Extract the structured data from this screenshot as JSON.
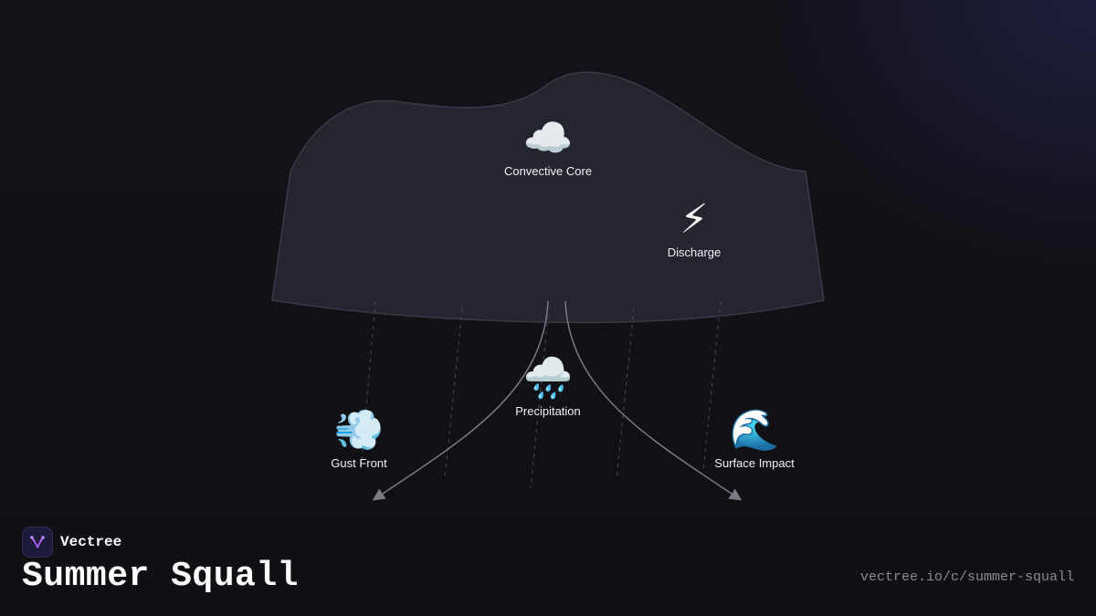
{
  "diagram": {
    "nodes": [
      {
        "id": "convective-core",
        "icon": "cloud-icon",
        "emoji": "☁️",
        "label": "Convective Core"
      },
      {
        "id": "discharge",
        "icon": "lightning-icon",
        "emoji": "⚡",
        "label": "Discharge"
      },
      {
        "id": "precipitation",
        "icon": "rain-cloud-icon",
        "emoji": "🌧️",
        "label": "Precipitation"
      },
      {
        "id": "gust-front",
        "icon": "wind-icon",
        "emoji": "💨",
        "label": "Gust Front"
      },
      {
        "id": "surface-impact",
        "icon": "wave-icon",
        "emoji": "🌊",
        "label": "Surface Impact"
      }
    ],
    "edges": [
      {
        "from": "precipitation",
        "to": "gust-front"
      },
      {
        "from": "precipitation",
        "to": "surface-impact"
      }
    ],
    "colors": {
      "cloud_fill": "#25252f",
      "cloud_stroke": "#3a3a46",
      "edge": "#7a7a84",
      "rain": "#4a4a55"
    }
  },
  "brand": {
    "name": "Vectree",
    "icon": "vectree-logo-icon",
    "accent": "#a855f7"
  },
  "title": "Summer Squall",
  "url": "vectree.io/c/summer-squall"
}
